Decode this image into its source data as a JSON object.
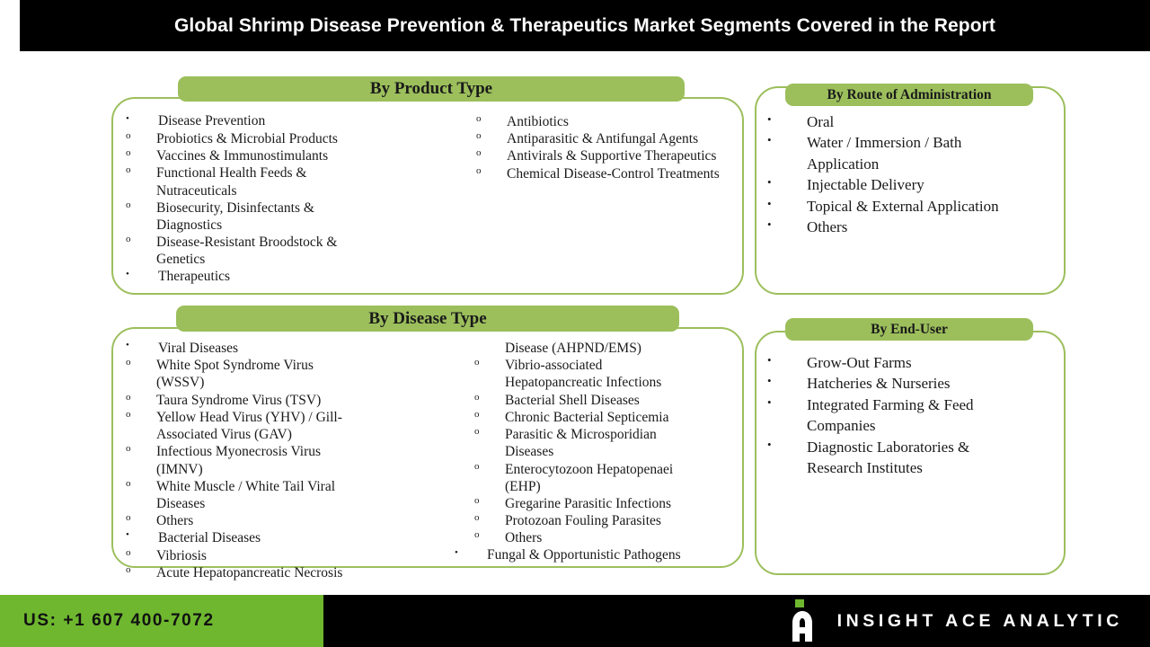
{
  "title": "Global Shrimp Disease Prevention & Therapeutics Market Segments Covered in the Report",
  "colors": {
    "panel_green": "#9cbf5c",
    "footer_green": "#6eb72f",
    "bar_black": "#000000",
    "text_dark": "#1a1a1a"
  },
  "bullets": {
    "level1": "•",
    "level2": "o"
  },
  "panels": {
    "product_type": {
      "heading": "By Product Type",
      "left_column": [
        {
          "level": 1,
          "text": "Disease Prevention"
        },
        {
          "level": 2,
          "text": "Probiotics & Microbial Products"
        },
        {
          "level": 2,
          "text": "Vaccines & Immunostimulants"
        },
        {
          "level": 2,
          "text": "Functional Health Feeds &"
        },
        {
          "level": 2,
          "cont": true,
          "text": "Nutraceuticals"
        },
        {
          "level": 2,
          "text": "Biosecurity, Disinfectants &"
        },
        {
          "level": 2,
          "cont": true,
          "text": "Diagnostics"
        },
        {
          "level": 2,
          "text": "Disease-Resistant Broodstock &"
        },
        {
          "level": 2,
          "cont": true,
          "text": "Genetics"
        },
        {
          "level": 1,
          "text": "Therapeutics"
        }
      ],
      "right_column": [
        {
          "level": 2,
          "text": "Antibiotics"
        },
        {
          "level": 2,
          "text": "Antiparasitic & Antifungal Agents"
        },
        {
          "level": 2,
          "text": "Antivirals & Supportive Therapeutics"
        },
        {
          "level": 2,
          "text": "Chemical Disease-Control Treatments"
        }
      ]
    },
    "route_of_administration": {
      "heading": "By Route of Administration",
      "items": [
        {
          "level": 1,
          "text": "Oral"
        },
        {
          "level": 1,
          "text": "Water / Immersion / Bath"
        },
        {
          "level": 1,
          "cont": true,
          "text": "Application"
        },
        {
          "level": 1,
          "text": "Injectable Delivery"
        },
        {
          "level": 1,
          "text": "Topical & External Application"
        },
        {
          "level": 1,
          "text": "Others"
        }
      ]
    },
    "disease_type": {
      "heading": "By Disease Type",
      "left_column": [
        {
          "level": 1,
          "text": "Viral Diseases"
        },
        {
          "level": 2,
          "text": "White Spot Syndrome Virus"
        },
        {
          "level": 2,
          "cont": true,
          "text": "(WSSV)"
        },
        {
          "level": 2,
          "text": "Taura Syndrome Virus (TSV)"
        },
        {
          "level": 2,
          "text": "Yellow Head Virus (YHV) / Gill-"
        },
        {
          "level": 2,
          "cont": true,
          "text": "Associated Virus (GAV)"
        },
        {
          "level": 2,
          "text": "Infectious Myonecrosis Virus"
        },
        {
          "level": 2,
          "cont": true,
          "text": "(IMNV)"
        },
        {
          "level": 2,
          "text": "White Muscle / White Tail Viral"
        },
        {
          "level": 2,
          "cont": true,
          "text": "Diseases"
        },
        {
          "level": 2,
          "text": "Others"
        },
        {
          "level": 1,
          "text": "Bacterial Diseases"
        },
        {
          "level": 2,
          "text": "Vibriosis"
        },
        {
          "level": 2,
          "text": "Acute Hepatopancreatic Necrosis"
        }
      ],
      "right_column": [
        {
          "level": 2,
          "cont": true,
          "text": "Disease (AHPND/EMS)"
        },
        {
          "level": 2,
          "text": "Vibrio-associated"
        },
        {
          "level": 2,
          "cont": true,
          "text": "Hepatopancreatic Infections"
        },
        {
          "level": 2,
          "text": "Bacterial Shell Diseases"
        },
        {
          "level": 2,
          "text": "Chronic Bacterial Septicemia"
        },
        {
          "level": 2,
          "text": "Parasitic & Microsporidian"
        },
        {
          "level": 2,
          "cont": true,
          "text": "Diseases"
        },
        {
          "level": 2,
          "text": "Enterocytozoon Hepatopenaei"
        },
        {
          "level": 2,
          "cont": true,
          "text": "(EHP)"
        },
        {
          "level": 2,
          "text": "Gregarine Parasitic Infections"
        },
        {
          "level": 2,
          "text": "Protozoan Fouling Parasites"
        },
        {
          "level": 2,
          "text": "Others"
        },
        {
          "level": 1,
          "text": "Fungal & Opportunistic Pathogens"
        }
      ]
    },
    "end_user": {
      "heading": "By End-User",
      "items": [
        {
          "level": 1,
          "text": "Grow-Out Farms"
        },
        {
          "level": 1,
          "text": "Hatcheries & Nurseries"
        },
        {
          "level": 1,
          "text": "Integrated Farming & Feed"
        },
        {
          "level": 1,
          "cont": true,
          "text": "Companies"
        },
        {
          "level": 1,
          "text": "Diagnostic Laboratories &"
        },
        {
          "level": 1,
          "cont": true,
          "text": "Research Institutes"
        }
      ]
    }
  },
  "footer": {
    "phone": "US: +1 607 400-7072",
    "brand": "INSIGHT ACE ANALYTIC"
  }
}
